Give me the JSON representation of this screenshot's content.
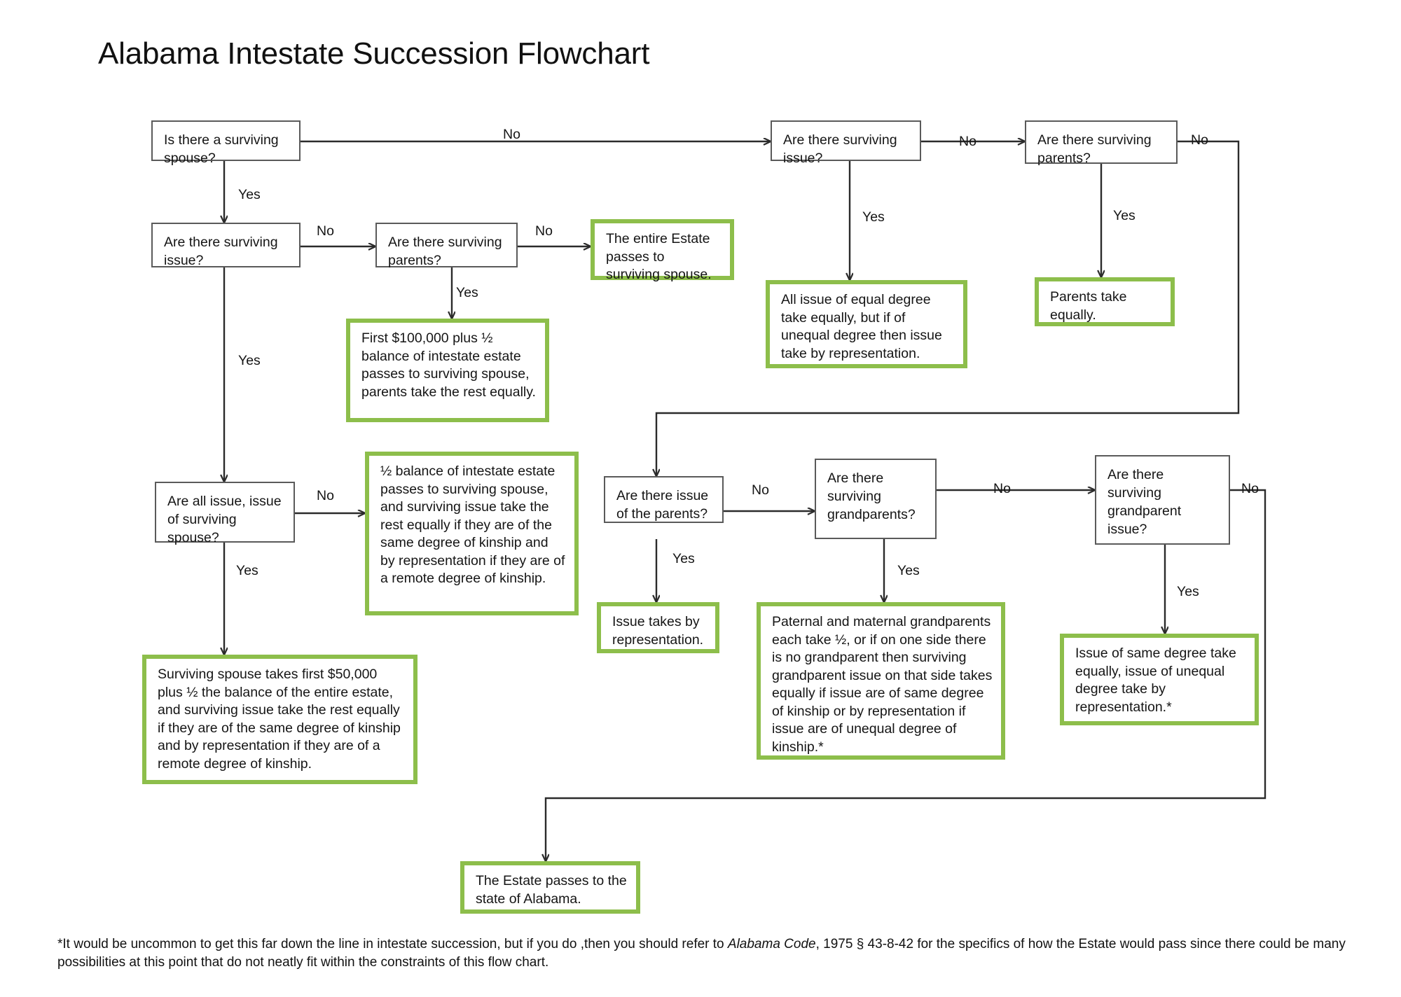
{
  "page": {
    "title": "Alabama Intestate Succession Flowchart",
    "accent_green": "#8DBE4B",
    "box_border_gray": "#5a5a5a",
    "line_color": "#2b2b2b",
    "background": "#ffffff"
  },
  "nodes": {
    "q_surviving_spouse": "Is  there a surviving spouse?",
    "q_spouse_issue": "Are there surviving issue?",
    "q_spouse_parents": "Are there surviving parents?",
    "r_entire_estate_spouse": "The entire Estate passes to surviving spouse.",
    "r_first_100k": "First $100,000 plus ½ balance of intestate estate passes to surviving spouse, parents take the rest equally.",
    "q_all_issue_of_spouse": "Are all issue, issue of surviving spouse?",
    "r_half_balance": "½ balance of intestate estate passes to surviving spouse, and surviving issue take the rest equally if they are of the same degree of kinship and by representation if they are of a remote degree of kinship.",
    "r_spouse_50k": "Surviving spouse takes first $50,000 plus ½ the balance of the entire estate, and surviving issue take the rest equally if they are of the same degree of kinship and  by representation if they are of a remote degree of kinship.",
    "q_no_spouse_issue": "Are there surviving issue?",
    "r_all_issue_equal_degree": "All issue of equal degree take equally, but if of unequal degree then issue take by representation.",
    "q_no_spouse_parents": "Are there surviving parents?",
    "r_parents_take_equally": "Parents take equally.",
    "q_issue_of_parents": "Are there issue of the parents?",
    "r_issue_by_representation": "Issue takes by representation.",
    "q_surviving_grandparents": "Are there surviving grandparents?",
    "r_grandparents_split": "Paternal and maternal grandparents each take ½, or if on one side there is no grandparent then surviving grandparent issue  on that side takes equally if  issue are of same degree of kinship or by representation if issue are of unequal degree of kinship.*",
    "q_grandparent_issue": "Are there surviving grandparent issue?",
    "r_issue_same_degree": "Issue of same degree take equally, issue of unequal degree take by representation.*",
    "r_escheat": "The Estate passes to the state of Alabama."
  },
  "edge_labels": {
    "spouse_no": "No",
    "spouse_yes": "Yes",
    "spouse_issue_no": "No",
    "spouse_issue_yes": "Yes",
    "spouse_parents_no": "No",
    "spouse_parents_yes": "Yes",
    "all_issue_no": "No",
    "all_issue_yes": "Yes",
    "ns_issue_yes": "Yes",
    "ns_issue_no": "No",
    "ns_parents_yes": "Yes",
    "ns_parents_no": "No",
    "issue_parents_yes": "Yes",
    "issue_parents_no": "No",
    "grandparents_yes": "Yes",
    "grandparents_no": "No",
    "gp_issue_yes": "Yes",
    "gp_issue_no": "No"
  },
  "footnote": {
    "part1": "*It would be uncommon to get this far down the line in intestate succession, but if you do ,then you should refer to ",
    "italic": "Alabama Code",
    "part2": ", 1975 § 43-8-42 for the specifics of how the Estate would pass since there could be many possibilities at this point that do not neatly fit within the constraints of this flow chart."
  }
}
